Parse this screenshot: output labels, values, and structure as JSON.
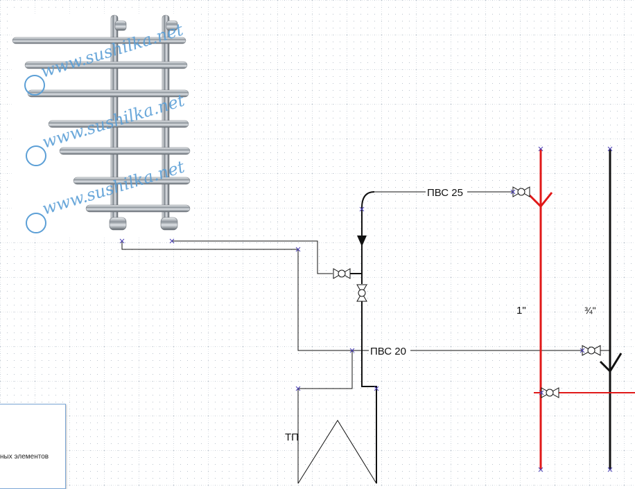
{
  "diagram": {
    "labels": {
      "pvs25": "ПВС 25",
      "pvs20": "ПВС 20",
      "tp": "ТП",
      "size_red": "1\"",
      "size_black": "¾\""
    },
    "colors": {
      "grid": "#cfd6de",
      "pipe_black": "#111111",
      "pipe_red": "#e01818",
      "endpoint": "#4a3fb5",
      "watermark": "#5b9fd6"
    },
    "watermark": {
      "text": "www.sushilka.net"
    }
  },
  "side_panel": {
    "text": "ных элементов"
  }
}
